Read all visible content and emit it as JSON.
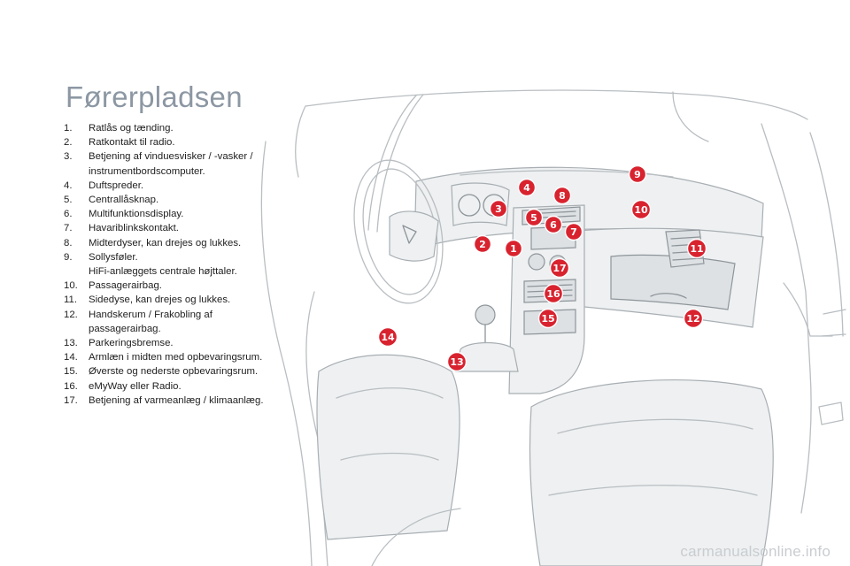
{
  "page": {
    "title": "Førerpladsen",
    "watermark": "carmanualsonline.info"
  },
  "legend": [
    {
      "num": "1.",
      "lines": [
        "Ratlås og tænding."
      ]
    },
    {
      "num": "2.",
      "lines": [
        "Ratkontakt til radio."
      ]
    },
    {
      "num": "3.",
      "lines": [
        "Betjening af vinduesvisker / -vasker /",
        "instrumentbordscomputer."
      ]
    },
    {
      "num": "4.",
      "lines": [
        "Duftspreder."
      ]
    },
    {
      "num": "5.",
      "lines": [
        "Centrallåsknap."
      ]
    },
    {
      "num": "6.",
      "lines": [
        "Multifunktionsdisplay."
      ]
    },
    {
      "num": "7.",
      "lines": [
        "Havariblinkskontakt."
      ]
    },
    {
      "num": "8.",
      "lines": [
        "Midterdyser, kan drejes og lukkes."
      ]
    },
    {
      "num": "9.",
      "lines": [
        "Sollysføler.",
        "HiFi-anlæggets centrale højttaler."
      ]
    },
    {
      "num": "10.",
      "lines": [
        "Passagerairbag."
      ]
    },
    {
      "num": "11.",
      "lines": [
        "Sidedyse, kan drejes og lukkes."
      ]
    },
    {
      "num": "12.",
      "lines": [
        "Handskerum / Frakobling af",
        "passagerairbag."
      ]
    },
    {
      "num": "13.",
      "lines": [
        "Parkeringsbremse."
      ]
    },
    {
      "num": "14.",
      "lines": [
        "Armlæn i midten med opbevaringsrum."
      ]
    },
    {
      "num": "15.",
      "lines": [
        "Øverste og nederste opbevaringsrum."
      ]
    },
    {
      "num": "16.",
      "lines": [
        "eMyWay eller Radio."
      ]
    },
    {
      "num": "17.",
      "lines": [
        "Betjening af varmeanlæg / klimaanlæg."
      ]
    }
  ],
  "callouts": [
    "1",
    "2",
    "3",
    "4",
    "5",
    "6",
    "7",
    "8",
    "9",
    "10",
    "11",
    "12",
    "13",
    "14",
    "15",
    "16",
    "17"
  ],
  "colors": {
    "title": "#8c97a3",
    "callout": "#d8232f",
    "line_art": "#b9bec2"
  }
}
